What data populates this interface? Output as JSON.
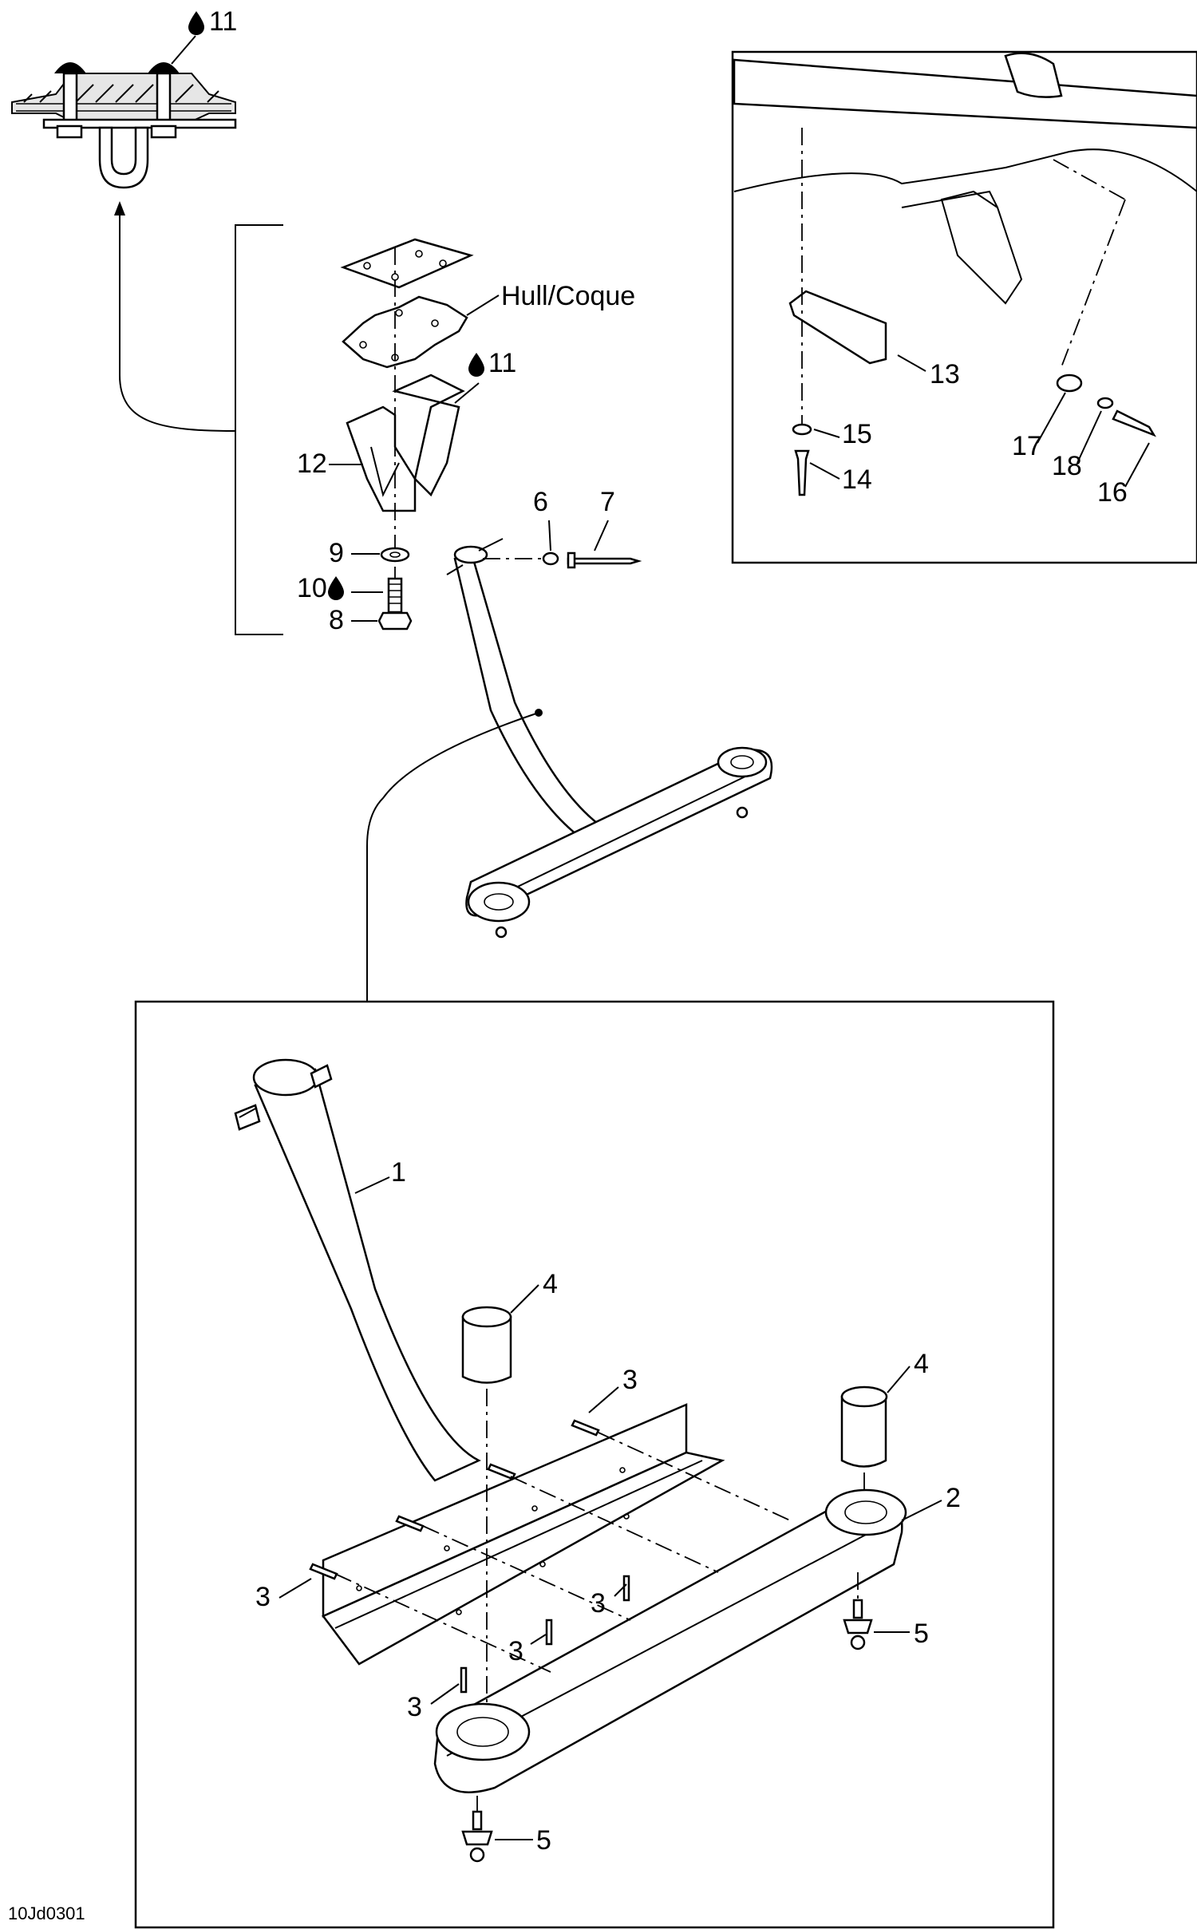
{
  "labels": {
    "l1": "1",
    "l2": "2",
    "l3": "3",
    "l4": "4",
    "l5": "5",
    "l6": "6",
    "l7": "7",
    "l8": "8",
    "l9": "9",
    "l10": "10",
    "l11": "11",
    "l12": "12",
    "l13": "13",
    "l14": "14",
    "l15": "15",
    "l16": "16",
    "l17": "17",
    "l18": "18",
    "hull": "Hull/Coque"
  },
  "reference_code": "10Jd0301",
  "icons": {
    "sealant": "sealant-drop-icon"
  }
}
